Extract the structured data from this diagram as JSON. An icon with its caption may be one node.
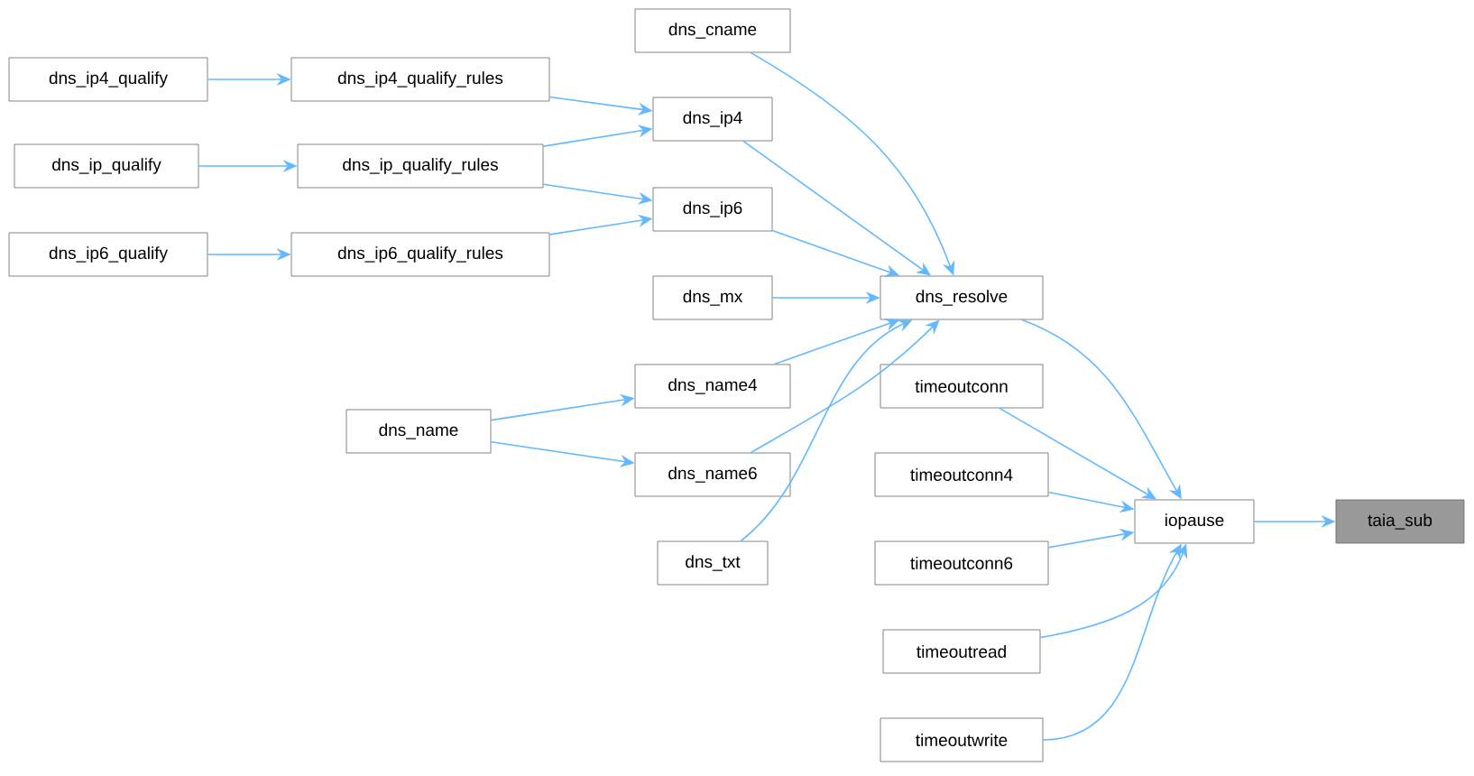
{
  "diagram": {
    "nodes": [
      {
        "text": [
          "dns_ip4_qualify"
        ]
      },
      {
        "text": [
          "dns_ip4_qualify_rules"
        ]
      },
      {
        "text": [
          "dns_ip_qualify"
        ]
      },
      {
        "text": [
          "dns_ip_qualify_rules"
        ]
      },
      {
        "text": [
          "dns_ip6_qualify"
        ]
      },
      {
        "text": [
          "dns_ip6_qualify_rules"
        ]
      },
      {
        "text": [
          "dns_cname"
        ]
      },
      {
        "text": [
          "dns_ip4"
        ]
      },
      {
        "text": [
          "dns_ip6"
        ]
      },
      {
        "text": [
          "dns_mx"
        ]
      },
      {
        "text": [
          "dns_resolve"
        ]
      },
      {
        "text": [
          "dns_name"
        ]
      },
      {
        "text": [
          "dns_name4"
        ]
      },
      {
        "text": [
          "dns_name6"
        ]
      },
      {
        "text": [
          "dns_txt"
        ]
      },
      {
        "text": [
          "timeoutconn"
        ]
      },
      {
        "text": [
          "timeoutconn4"
        ]
      },
      {
        "text": [
          "timeoutconn6"
        ]
      },
      {
        "text": [
          "timeoutread"
        ]
      },
      {
        "text": [
          "timeoutwrite"
        ]
      },
      {
        "text": [
          "iopause"
        ]
      },
      {
        "text": [
          "taia_sub"
        ]
      }
    ],
    "edges": [
      {
        "from": 0,
        "to": 1,
        "arrow": "to"
      },
      {
        "from": 1,
        "to": 7,
        "arrow": "to"
      },
      {
        "from": 2,
        "to": 3,
        "arrow": "to"
      },
      {
        "from": 3,
        "to": 7,
        "arrow": "to"
      },
      {
        "from": 3,
        "to": 8,
        "arrow": "to"
      },
      {
        "from": 4,
        "to": 5,
        "arrow": "to"
      },
      {
        "from": 5,
        "to": 8,
        "arrow": "to"
      },
      {
        "from": 6,
        "to": 10,
        "arrow": "to"
      },
      {
        "from": 7,
        "to": 10,
        "arrow": "to"
      },
      {
        "from": 8,
        "to": 10,
        "arrow": "to"
      },
      {
        "from": 9,
        "to": 10,
        "arrow": "to"
      },
      {
        "from": 12,
        "to": 10,
        "arrow": "to"
      },
      {
        "from": 13,
        "to": 10,
        "arrow": "to"
      },
      {
        "from": 14,
        "to": 10,
        "arrow": "to"
      },
      {
        "from": 11,
        "to": 12,
        "arrow": "to"
      },
      {
        "from": 11,
        "to": 13,
        "arrow": "to"
      },
      {
        "from": 10,
        "to": 20,
        "arrow": "to"
      },
      {
        "from": 15,
        "to": 20,
        "arrow": "to"
      },
      {
        "from": 16,
        "to": 20,
        "arrow": "to"
      },
      {
        "from": 17,
        "to": 20,
        "arrow": "to"
      },
      {
        "from": 18,
        "to": 20,
        "arrow": "to"
      },
      {
        "from": 19,
        "to": 20,
        "arrow": "to"
      },
      {
        "from": 20,
        "to": 21,
        "arrow": "to"
      }
    ]
  }
}
